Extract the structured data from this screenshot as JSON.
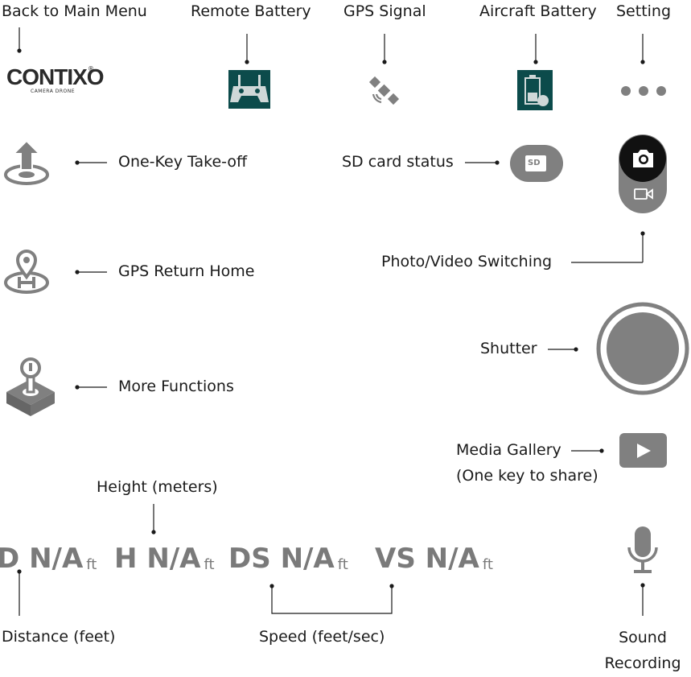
{
  "top_labels": {
    "back": "Back to Main Menu",
    "remote_battery": "Remote Battery",
    "gps_signal": "GPS Signal",
    "aircraft_battery": "Aircraft Battery",
    "setting": "Setting"
  },
  "logo": {
    "text": "CONTIXO",
    "sub": "CAMERA DRONE",
    "reg": "®"
  },
  "left_labels": {
    "takeoff": "One-Key Take-off",
    "return_home": "GPS Return Home",
    "more": "More Functions"
  },
  "right_labels": {
    "sd_status": "SD card status",
    "sd_badge": "SD",
    "photo_video": "Photo/Video Switching",
    "shutter": "Shutter",
    "media_line1": "Media Gallery",
    "media_line2": "(One key to share)"
  },
  "telemetry": {
    "unit": "ft",
    "distance": {
      "prefix": "D",
      "value": "N/A"
    },
    "height": {
      "prefix": "H",
      "value": "N/A"
    },
    "hspeed": {
      "prefix": "DS",
      "value": "N/A"
    },
    "vspeed": {
      "prefix": "VS",
      "value": "N/A"
    }
  },
  "bottom_labels": {
    "height": "Height (meters)",
    "distance": "Distance (feet)",
    "speed": "Speed (feet/sec)",
    "sound_line1": "Sound",
    "sound_line2": "Recording"
  },
  "colors": {
    "icon_gray": "#808080",
    "teal": "#0c4b4b",
    "text": "#1a1a1a"
  }
}
